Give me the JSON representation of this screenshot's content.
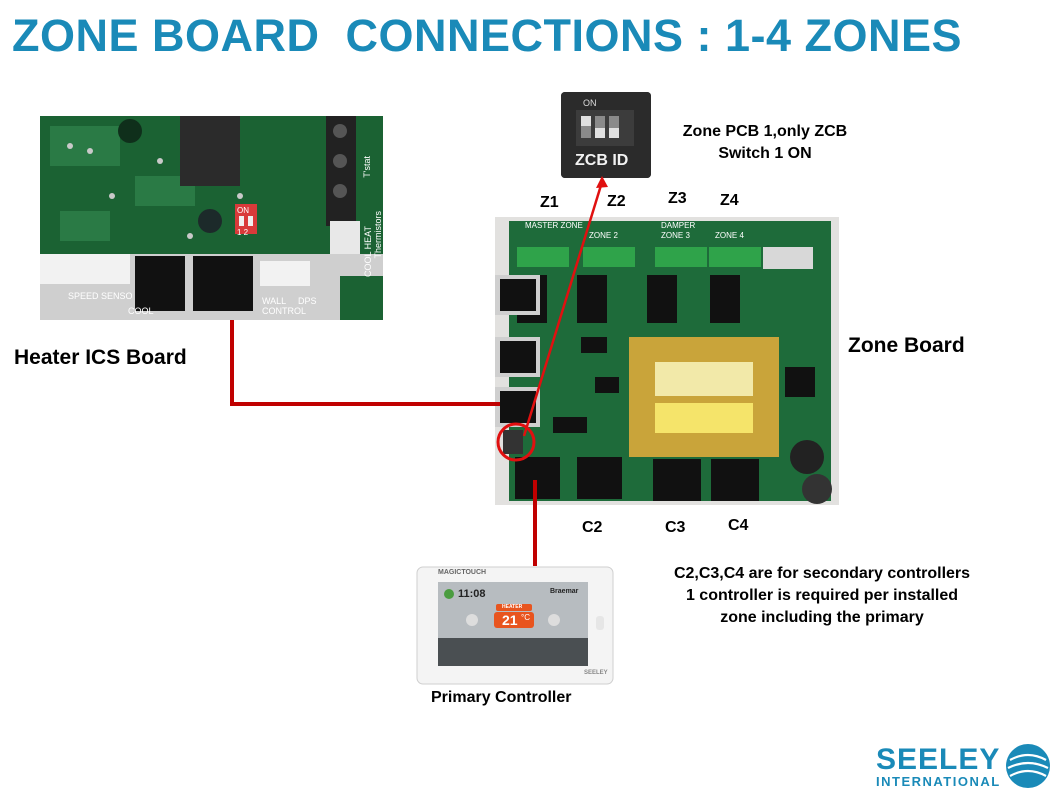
{
  "title": "ZONE BOARD  CONNECTIONS : 1-4 ZONES",
  "labels": {
    "heater_board": "Heater ICS Board",
    "zone_board": "Zone Board",
    "primary_controller": "Primary Controller",
    "zcb_note_line1": "Zone PCB 1,only ZCB",
    "zcb_note_line2": "Switch 1 ON"
  },
  "zones": [
    "Z1",
    "Z2",
    "Z3",
    "Z4"
  ],
  "controller_ports": [
    "C2",
    "C3",
    "C4"
  ],
  "note": {
    "line1": "C2,C3,C4 are for secondary controllers",
    "line2": "1 controller is required per installed",
    "line3": "zone including the primary"
  },
  "heater_board_print": {
    "speed_sensor": "SPEED SENSO",
    "cool": "COOL",
    "wall_control": "WALL",
    "wall_control2": "CONTROL",
    "dps": "DPS",
    "cool_heat": "COOL HEAT",
    "thermistors": "Thermistors",
    "tstat": "T'stat",
    "on": "ON",
    "dip_nums": "1 2"
  },
  "dip_photo_print": {
    "zcb_id": "ZCB ID",
    "on": "ON"
  },
  "zone_board_print": {
    "master_zone": "MASTER ZONE",
    "zone2": "ZONE 2",
    "zone3": "ZONE 3",
    "zone4": "ZONE 4",
    "damper": "DAMPER"
  },
  "controller_screen": {
    "brand": "MAGICTOUCH",
    "time": "11:08",
    "mode": "HEATER",
    "temp": "21",
    "unit": "°C",
    "maker": "Braemar",
    "footer_brand": "SEELEY"
  },
  "logo": {
    "main": "SEELEY",
    "sub": "INTERNATIONAL"
  },
  "colors": {
    "title": "#1a8ab8",
    "wire": "#c00000",
    "pcb_green": "#1e6b3a",
    "logo": "#1a8ab8"
  }
}
